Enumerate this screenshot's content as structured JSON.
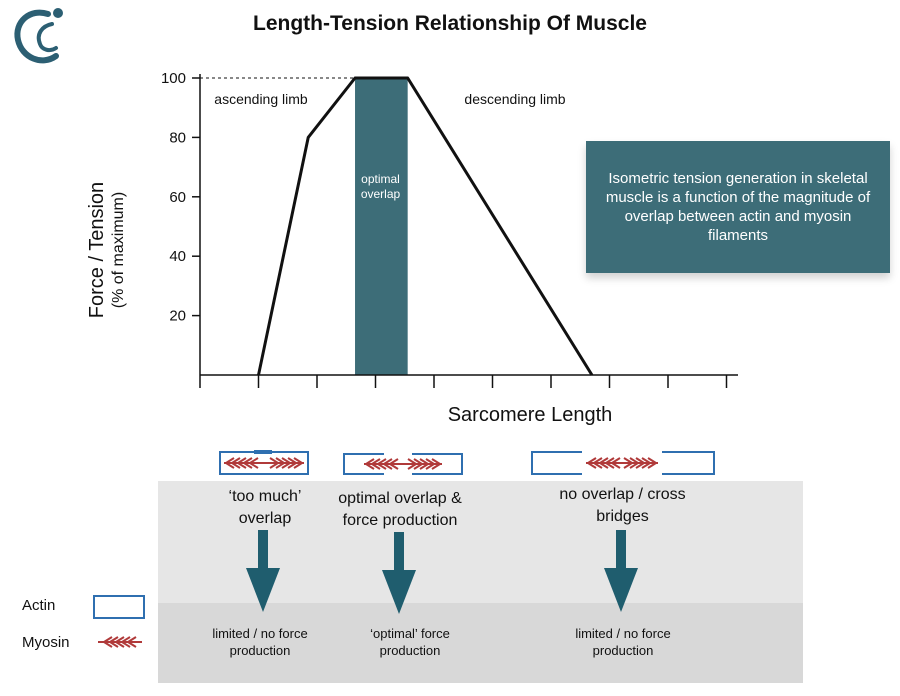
{
  "title": "Length-Tension Relationship Of Muscle",
  "chart_data": {
    "type": "line",
    "title": "Length-Tension Relationship Of Muscle",
    "xlabel": "Sarcomere Length",
    "ylabel": "Force / Tension",
    "ylabel_sub": "(% of maximum)",
    "x_ticks": 10,
    "y_ticks": [
      20,
      40,
      60,
      80,
      100
    ],
    "ylim": [
      0,
      100
    ],
    "series": [
      {
        "x": [
          1.0,
          1.85,
          2.65,
          3.55,
          6.7
        ],
        "y": [
          0,
          80,
          100,
          100,
          0
        ]
      }
    ],
    "optimal_band": {
      "x": [
        2.65,
        3.55
      ],
      "label": "optimal overlap",
      "color": "#3d6d78"
    },
    "annotations": {
      "ascending": "ascending limb",
      "descending": "descending limb"
    }
  },
  "info_box": {
    "text": "Isometric tension generation in skeletal muscle is a function of the magnitude of overlap between actin and myosin filaments"
  },
  "stages": [
    {
      "caption": "‘too much’ overlap",
      "result": "limited / no force production"
    },
    {
      "caption": "optimal overlap & force production",
      "result": "‘optimal’ force production"
    },
    {
      "caption": "no overlap / cross bridges",
      "result": "limited / no force production"
    }
  ],
  "legend": {
    "actin": "Actin",
    "myosin": "Myosin"
  },
  "colors": {
    "teal": "#3d6d78",
    "actin": "#2f6fb0",
    "myosin": "#b03a3a",
    "arrow": "#1f5d6e"
  }
}
